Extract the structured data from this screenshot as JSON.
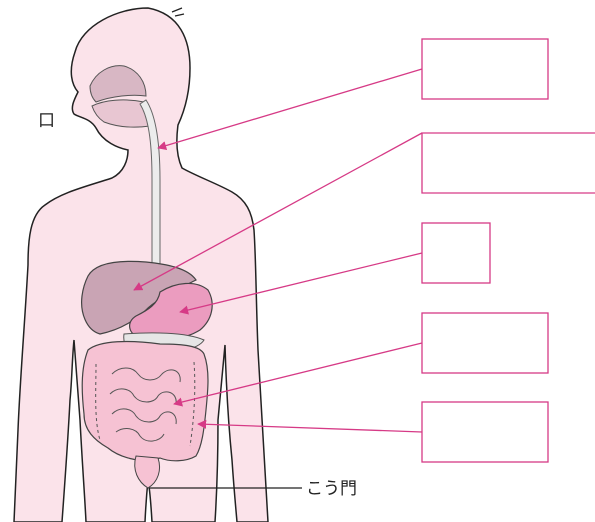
{
  "labels": {
    "mouth": "口",
    "anus": "こう門"
  },
  "answer_boxes": [
    {
      "target": "esophagus",
      "text": ""
    },
    {
      "target": "liver",
      "text": ""
    },
    {
      "target": "stomach",
      "text": ""
    },
    {
      "target": "small-intestine",
      "text": ""
    },
    {
      "target": "large-intestine",
      "text": ""
    }
  ],
  "colors": {
    "body": "#fbe3ea",
    "outline": "#222222",
    "leader": "#d63a86",
    "liver": "#c9a4b4",
    "stomach": "#eb9cbf",
    "intestine": "#f6c2d3",
    "esophagus": "#ececec"
  }
}
